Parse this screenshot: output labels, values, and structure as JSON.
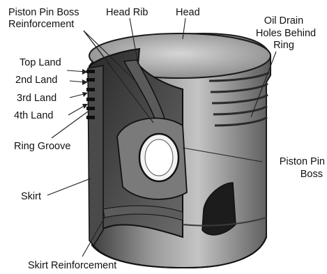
{
  "diagram": {
    "labels": {
      "piston_pin_boss_reinforcement_1": "Piston Pin Boss",
      "piston_pin_boss_reinforcement_2": "Reinforcement",
      "head_rib": "Head Rib",
      "head": "Head",
      "oil_drain_1": "Oil Drain",
      "oil_drain_2": "Holes Behind",
      "oil_drain_3": "Ring",
      "top_land": "Top Land",
      "second_land": "2nd Land",
      "third_land": "3rd Land",
      "fourth_land": "4th Land",
      "ring_groove": "Ring Groove",
      "piston_pin_boss_1": "Piston Pin",
      "piston_pin_boss_2": "Boss",
      "skirt": "Skirt",
      "skirt_reinforcement": "Skirt Reinforcement"
    }
  }
}
